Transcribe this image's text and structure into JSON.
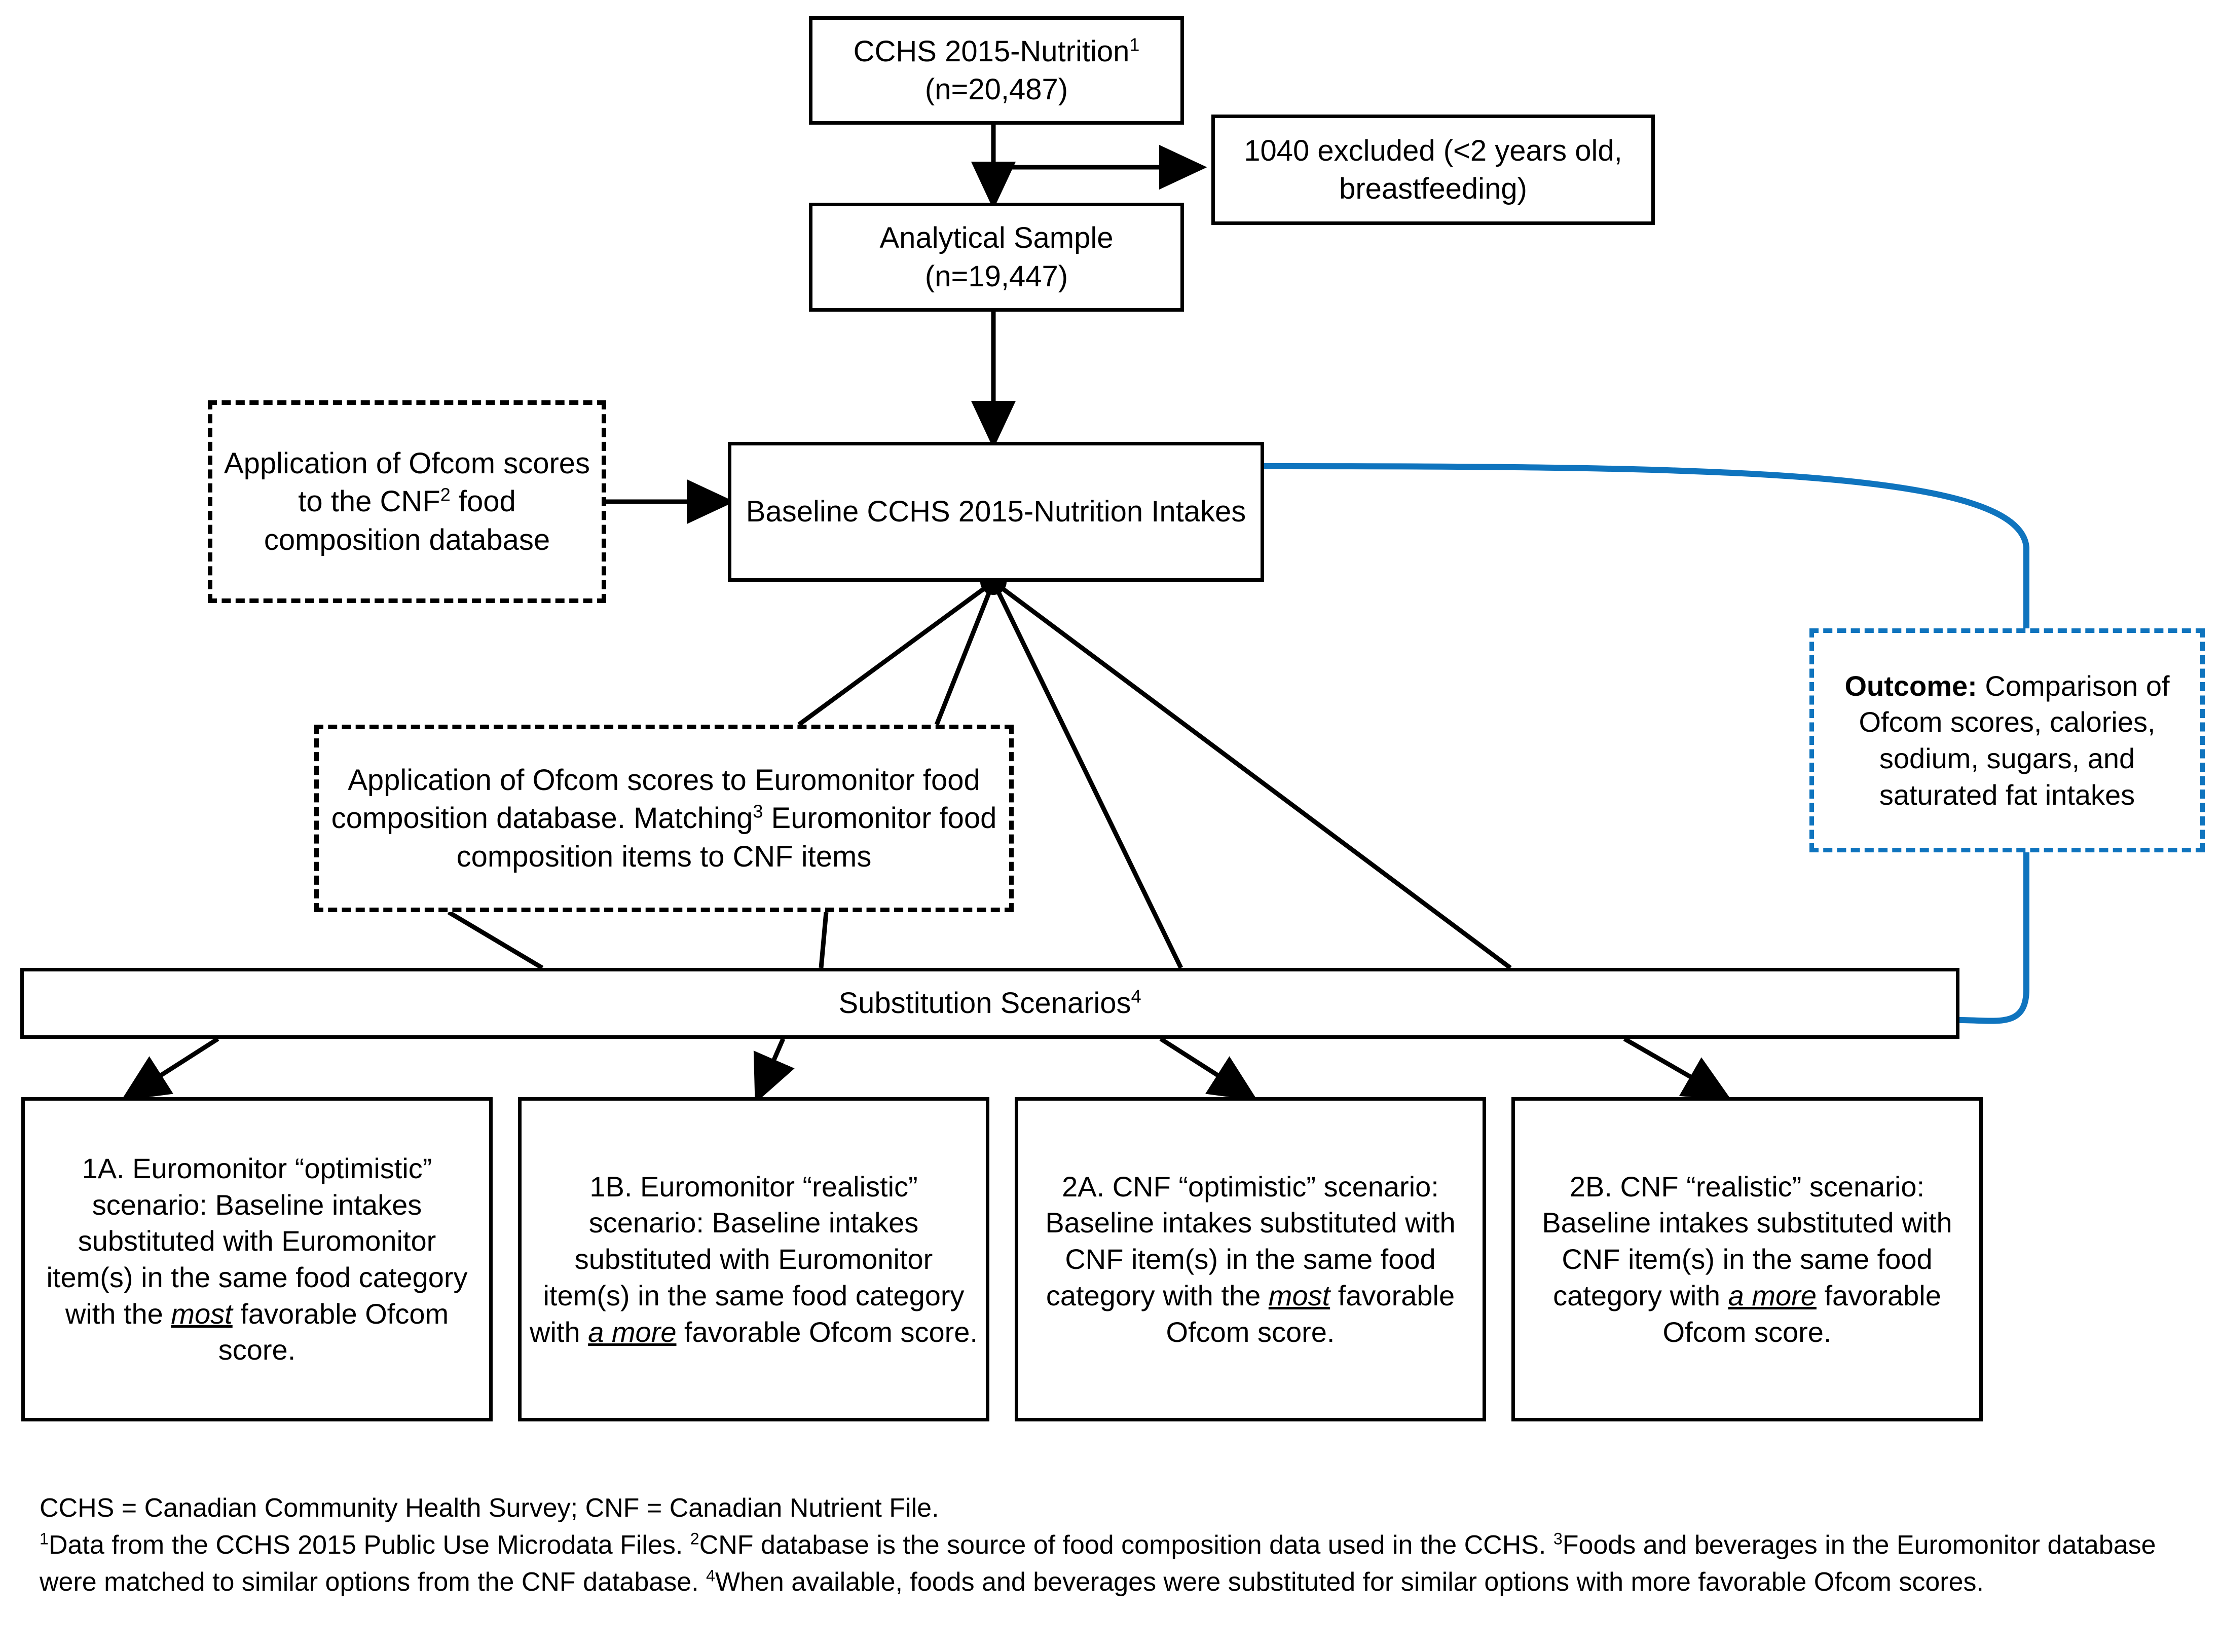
{
  "diagram": {
    "title": "CCHS 2015-Nutrition substitution scenario study flow",
    "accent_blue": "#0F74BE",
    "line_black": "#000000"
  },
  "nodes": {
    "cchs_source": {
      "line1": "CCHS 2015-Nutrition",
      "sup1": "1",
      "line2": "(n=20,487)"
    },
    "excluded": {
      "text": "1040 excluded (<2 years old, breastfeeding)"
    },
    "analytical_sample": {
      "line1": "Analytical Sample",
      "line2": "(n=19,447)"
    },
    "ofcom_cnf": {
      "part1": "Application of Ofcom scores to the CNF",
      "sup": "2",
      "part2": " food composition database"
    },
    "baseline": {
      "text": "Baseline CCHS 2015-Nutrition Intakes"
    },
    "ofcom_euromonitor": {
      "part1": "Application of Ofcom scores to Euromonitor food composition database. Matching",
      "sup": "3",
      "part2": " Euromonitor food composition items to CNF items"
    },
    "outcome": {
      "label": "Outcome:",
      "text": " Comparison of Ofcom scores, calories, sodium, sugars, and saturated fat intakes"
    },
    "substitution_bar": {
      "text": "Substitution Scenarios",
      "sup": "4"
    }
  },
  "scenarios": [
    {
      "id": "1A",
      "pre": "1A. Euromonitor “optimistic” scenario: Baseline intakes substituted with Euromonitor item(s) in the same food category with the ",
      "emphasis": "most",
      "post": " favorable Ofcom score."
    },
    {
      "id": "1B",
      "pre": "1B. Euromonitor “realistic” scenario: Baseline intakes substituted with Euromonitor item(s) in the same food category with ",
      "emphasis": "a more",
      "post": " favorable Ofcom score."
    },
    {
      "id": "2A",
      "pre": "2A. CNF “optimistic” scenario: Baseline intakes substituted with CNF item(s) in the same food category with the ",
      "emphasis": "most",
      "post": " favorable Ofcom score."
    },
    {
      "id": "2B",
      "pre": "2B. CNF “realistic” scenario: Baseline intakes substituted with CNF item(s) in the same food category with ",
      "emphasis": "a more",
      "post": " favorable Ofcom score."
    }
  ],
  "footnotes": {
    "abbreviations": "CCHS = Canadian Community Health Survey; CNF = Canadian Nutrient File.",
    "note_line": "Data from the CCHS 2015 Public Use Microdata Files. CNF database is the source of food composition data used in the CCHS. Foods and beverages in the Euromonitor database were matched to similar options from the CNF database. When available, foods and beverages were substituted for similar options with more favorable Ofcom scores.",
    "marker1": "1",
    "seg1": "Data from the CCHS 2015 Public Use Microdata Files. ",
    "marker2": "2",
    "seg2": "CNF database is the source of food composition data used in the CCHS. ",
    "marker3": "3",
    "seg3": "Foods and beverages in the Euromonitor database were matched to similar options from the CNF database. ",
    "marker4": "4",
    "seg4": "When available, foods and beverages were substituted for similar options with more favorable Ofcom scores."
  }
}
